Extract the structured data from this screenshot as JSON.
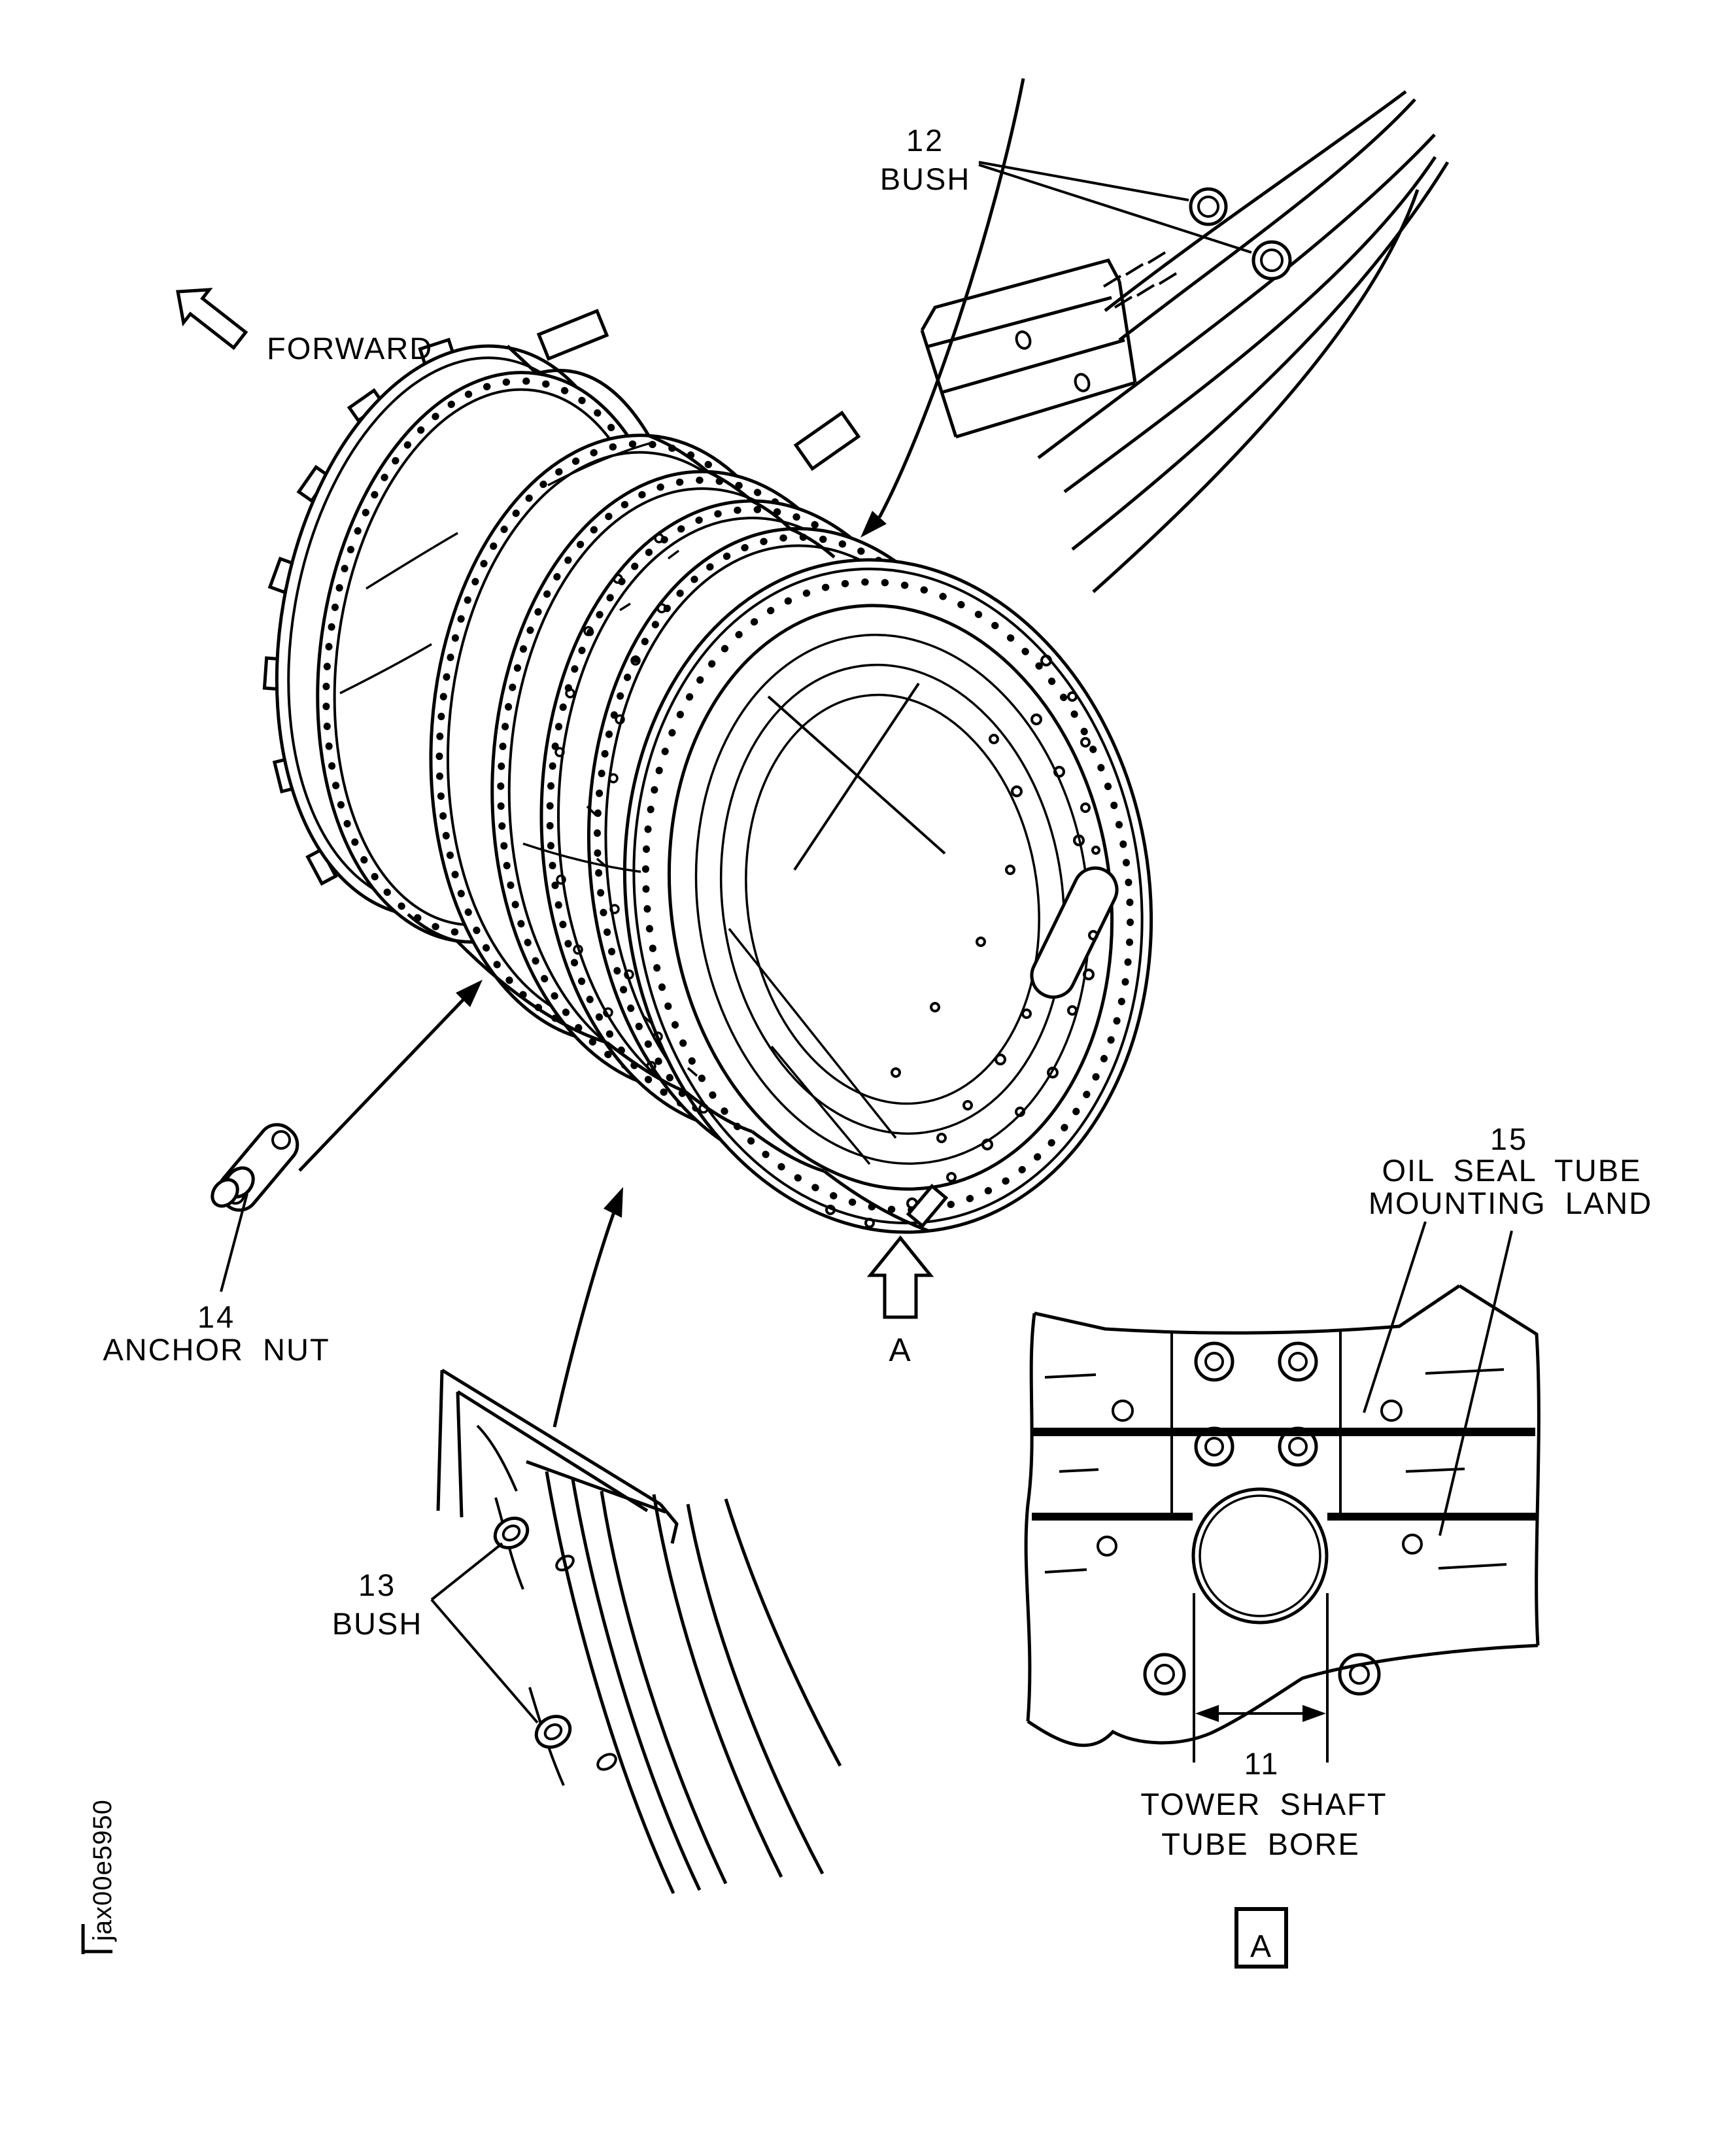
{
  "figure": {
    "code": "jax00e5950",
    "direction_label": "FORWARD",
    "view_arrow_letter": "A",
    "detail_view_letter": "A"
  },
  "callouts": {
    "bush_upper": {
      "number": "12",
      "label": "BUSH"
    },
    "bush_lower": {
      "number": "13",
      "label": "BUSH"
    },
    "anchor_nut": {
      "number": "14",
      "label": "ANCHOR NUT"
    },
    "oil_seal_land": {
      "number": "15",
      "line1": "OIL SEAL TUBE",
      "line2": "MOUNTING LAND"
    },
    "tower_shaft": {
      "number": "11",
      "line1": "TOWER SHAFT",
      "line2": "TUBE BORE"
    }
  },
  "colors": {
    "ink": "#000000",
    "paper": "#ffffff"
  }
}
